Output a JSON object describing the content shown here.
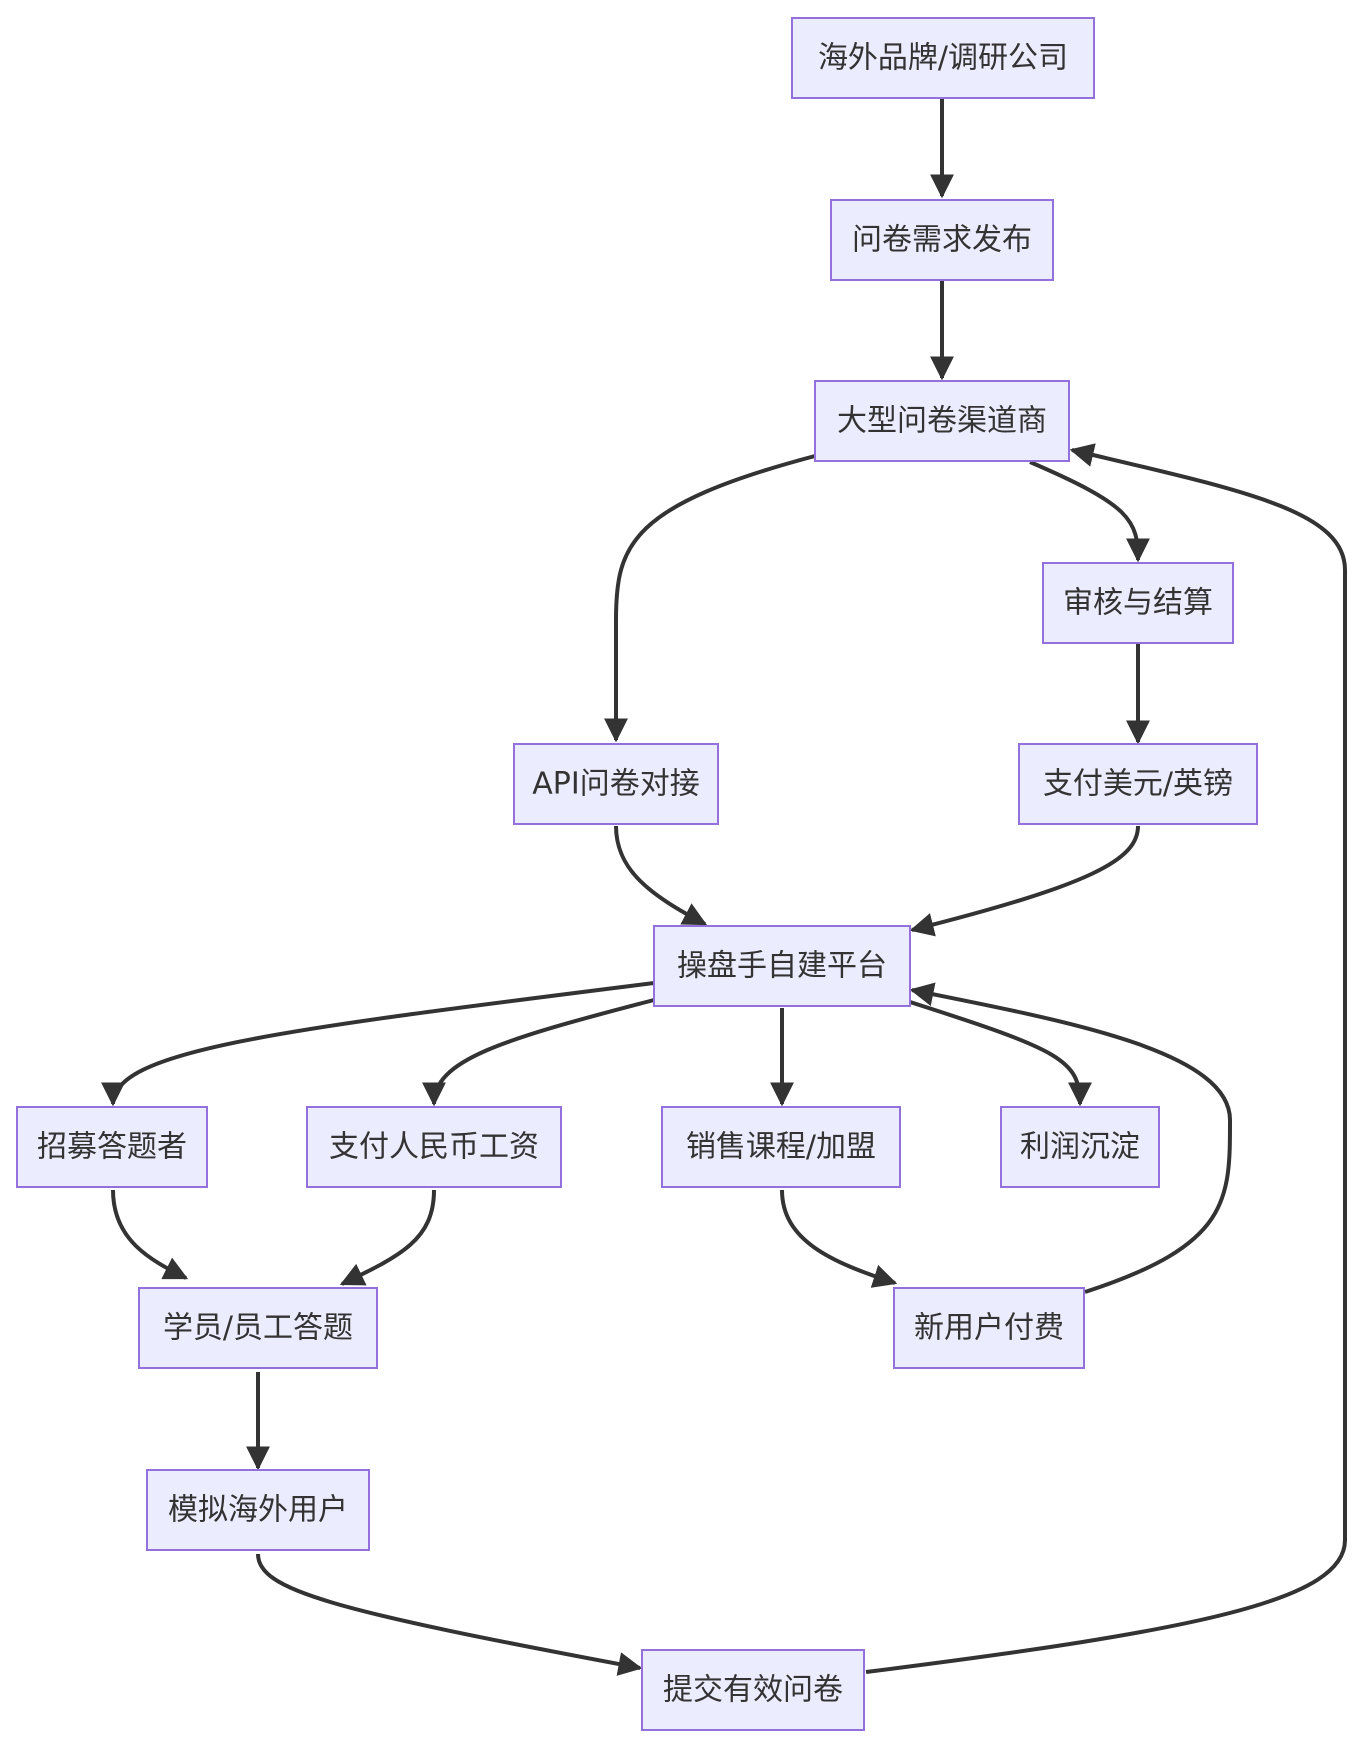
{
  "diagram": {
    "nodes": {
      "overseas_brand": "海外品牌/调研公司",
      "publish_demand": "问卷需求发布",
      "large_channel": "大型问卷渠道商",
      "review_settle": "审核与结算",
      "api_docking": "API问卷对接",
      "pay_usd_gbp": "支付美元/英镑",
      "operator_platform": "操盘手自建平台",
      "recruit": "招募答题者",
      "pay_rmb": "支付人民币工资",
      "sell_courses": "销售课程/加盟",
      "profit": "利润沉淀",
      "student_answer": "学员/员工答题",
      "new_user_pay": "新用户付费",
      "simulate_user": "模拟海外用户",
      "submit_valid": "提交有效问卷"
    },
    "edges": [
      {
        "from": "overseas_brand",
        "to": "publish_demand"
      },
      {
        "from": "publish_demand",
        "to": "large_channel"
      },
      {
        "from": "large_channel",
        "to": "api_docking"
      },
      {
        "from": "large_channel",
        "to": "review_settle"
      },
      {
        "from": "review_settle",
        "to": "pay_usd_gbp"
      },
      {
        "from": "api_docking",
        "to": "operator_platform"
      },
      {
        "from": "pay_usd_gbp",
        "to": "operator_platform"
      },
      {
        "from": "operator_platform",
        "to": "recruit"
      },
      {
        "from": "operator_platform",
        "to": "pay_rmb"
      },
      {
        "from": "operator_platform",
        "to": "sell_courses"
      },
      {
        "from": "operator_platform",
        "to": "profit"
      },
      {
        "from": "recruit",
        "to": "student_answer"
      },
      {
        "from": "pay_rmb",
        "to": "student_answer"
      },
      {
        "from": "sell_courses",
        "to": "new_user_pay"
      },
      {
        "from": "new_user_pay",
        "to": "operator_platform"
      },
      {
        "from": "student_answer",
        "to": "simulate_user"
      },
      {
        "from": "simulate_user",
        "to": "submit_valid"
      },
      {
        "from": "submit_valid",
        "to": "large_channel"
      }
    ],
    "colors": {
      "node_fill": "#ececff",
      "node_border": "#9370db",
      "text": "#333333",
      "edge": "#333333"
    }
  }
}
